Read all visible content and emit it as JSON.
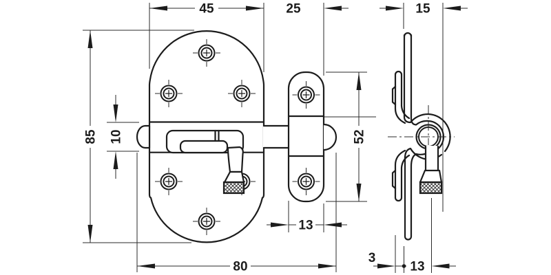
{
  "drawing": {
    "type": "technical-drawing",
    "subject": "bolt-latch-with-keeper",
    "line_color": "#1c1c1c",
    "background": "#ffffff",
    "views": {
      "front_view": "plate with slide bolt, knurled knob and keeper",
      "side_view": "folded sheet profile with bolt cross-section"
    },
    "dimensions": {
      "plate_width": "45",
      "plate_to_keeper": "25",
      "profile_depth": "15",
      "plate_height": "85",
      "bolt_height": "10",
      "keeper_height": "52",
      "keeper_width": "13",
      "overall_length": "80",
      "material_thickness": "3",
      "knob_offset": "13"
    }
  }
}
